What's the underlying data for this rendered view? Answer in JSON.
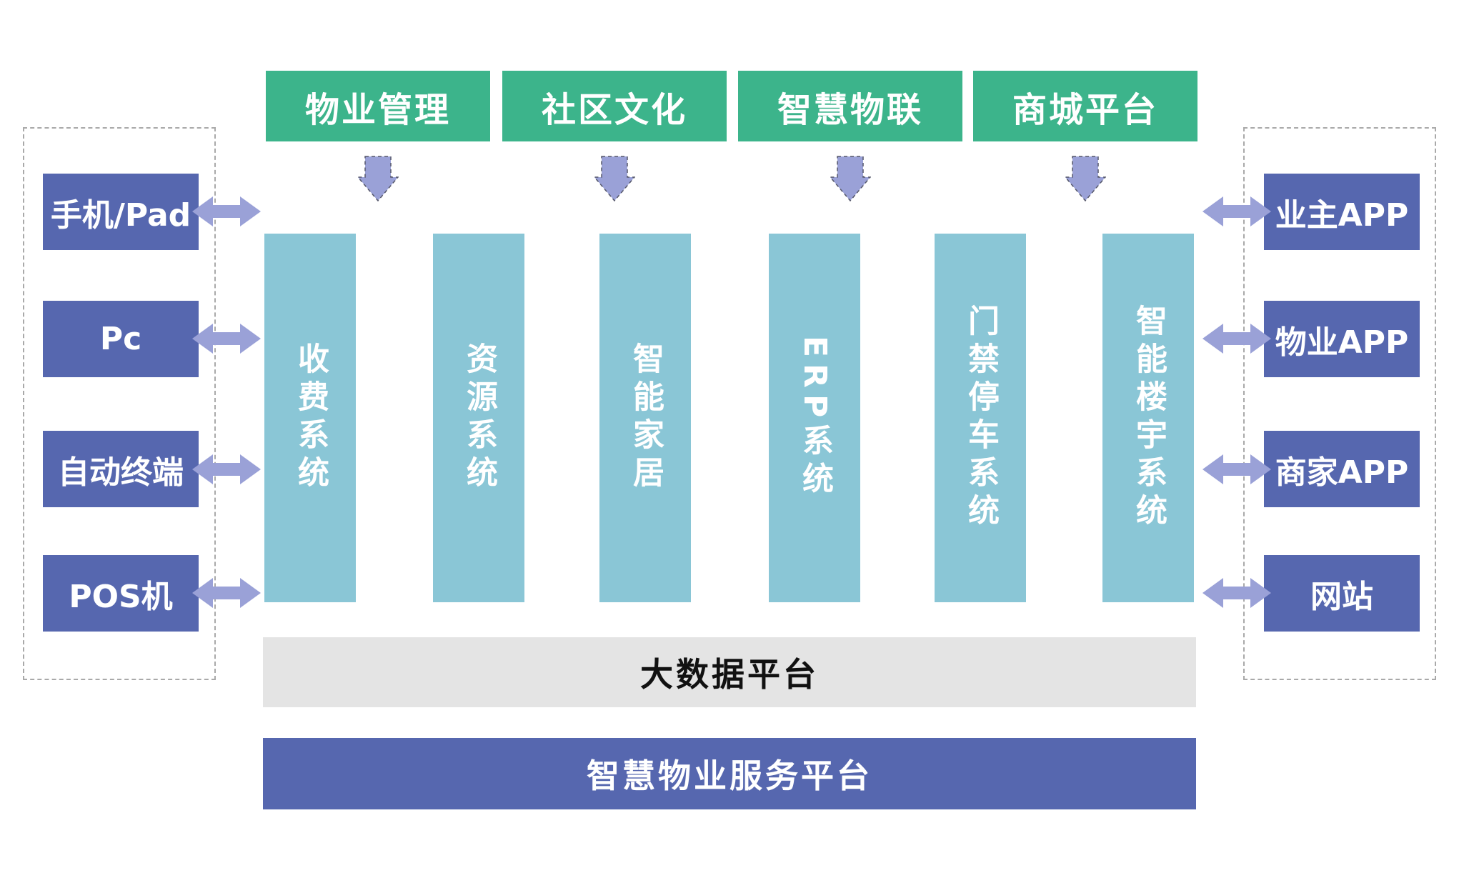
{
  "diagram": {
    "top_modules": [
      {
        "label": "物业管理"
      },
      {
        "label": "社区文化"
      },
      {
        "label": "智慧物联"
      },
      {
        "label": "商城平台"
      }
    ],
    "systems": [
      {
        "label": "收费系统"
      },
      {
        "label": "资源系统"
      },
      {
        "label": "智能家居"
      },
      {
        "label": "ERP系统"
      },
      {
        "label": "门禁停车系统"
      },
      {
        "label": "智能楼宇系统"
      }
    ],
    "left_terminals": [
      {
        "label": "手机/Pad"
      },
      {
        "label": "Pc"
      },
      {
        "label": "自动终端"
      },
      {
        "label": "POS机"
      }
    ],
    "right_apps": [
      {
        "label": "业主APP"
      },
      {
        "label": "物业APP"
      },
      {
        "label": "商家APP"
      },
      {
        "label": "网站"
      }
    ],
    "platforms": {
      "big_data": "大数据平台",
      "service": "智慧物业服务平台"
    },
    "icons": {
      "down_arrow": "▼",
      "double_arrow": "↔"
    },
    "colors": {
      "module_green": "#3cb48b",
      "system_blue": "#8ac6d6",
      "box_purple": "#5667af",
      "arrow_purple": "#9aa1d7",
      "platform_gray": "#e4e4e4",
      "platform_purple": "#5667af",
      "dashed_border": "#a9a9a9"
    }
  }
}
